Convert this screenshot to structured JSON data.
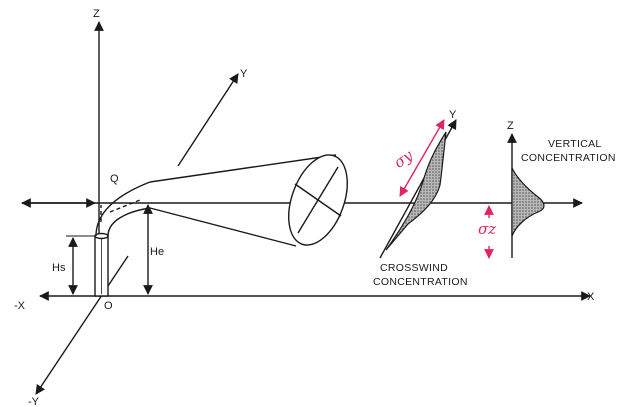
{
  "axes": {
    "z": "Z",
    "y": "Y",
    "x": "X",
    "neg_x": "-X",
    "neg_y": "-Y",
    "origin": "O",
    "q": "Q"
  },
  "heights": {
    "stack": "Hs",
    "effective": "He"
  },
  "crosswind": {
    "axis": "Y",
    "caption_line1": "CROSSWIND",
    "caption_line2": "CONCENTRATION",
    "sigma": "σy"
  },
  "vertical": {
    "axis": "Z",
    "caption_line1": "VERTICAL",
    "caption_line2": "CONCENTRATION",
    "sigma": "σz"
  },
  "colors": {
    "ink": "#1a1a1a",
    "annotation": "#e0245e",
    "shading": "#9a9a9a"
  }
}
